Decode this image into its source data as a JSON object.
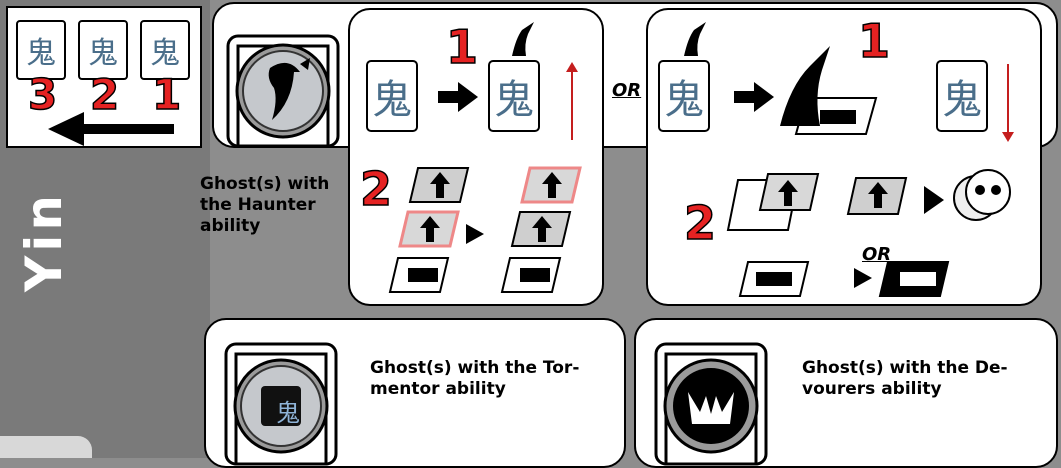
{
  "side": {
    "label": "Yin"
  },
  "order": {
    "tile_char": "鬼",
    "numbers": [
      "3",
      "2",
      "1"
    ]
  },
  "haunter": {
    "text": "Ghost(s) with the Haunter ability",
    "step1": "1",
    "step2": "2",
    "card_char": "鬼",
    "or_label": "OR",
    "right_step1": "1",
    "right_step2": "2",
    "right_or_label": "OR"
  },
  "tormentor": {
    "text": "Ghost(s) with the Tor-mentor ability",
    "icon_char": "鬼"
  },
  "devourers": {
    "text": "Ghost(s) with the De-vourers ability"
  },
  "colors": {
    "accent_red": "#e52222",
    "background": "#8d8d8d",
    "ghost_blue": "#4a6e8a"
  }
}
